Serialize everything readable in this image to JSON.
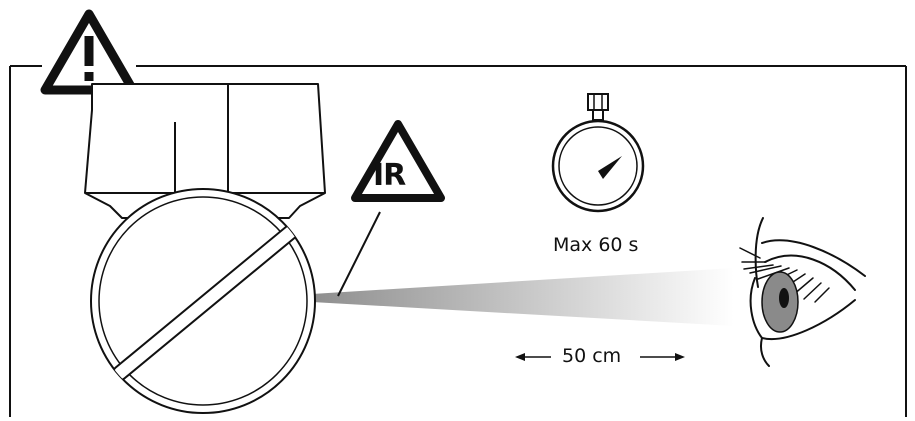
{
  "warning": {
    "symbol": "!",
    "icon": "warning-triangle-icon"
  },
  "ir_badge": {
    "text": "IR",
    "icon": "ir-warning-triangle-icon"
  },
  "timer": {
    "icon": "stopwatch-icon",
    "label": "Max 60 s"
  },
  "distance": {
    "label": "50 cm"
  },
  "colors": {
    "line": "#111111",
    "beam_dark": "#8e8e8e",
    "background": "#ffffff"
  }
}
